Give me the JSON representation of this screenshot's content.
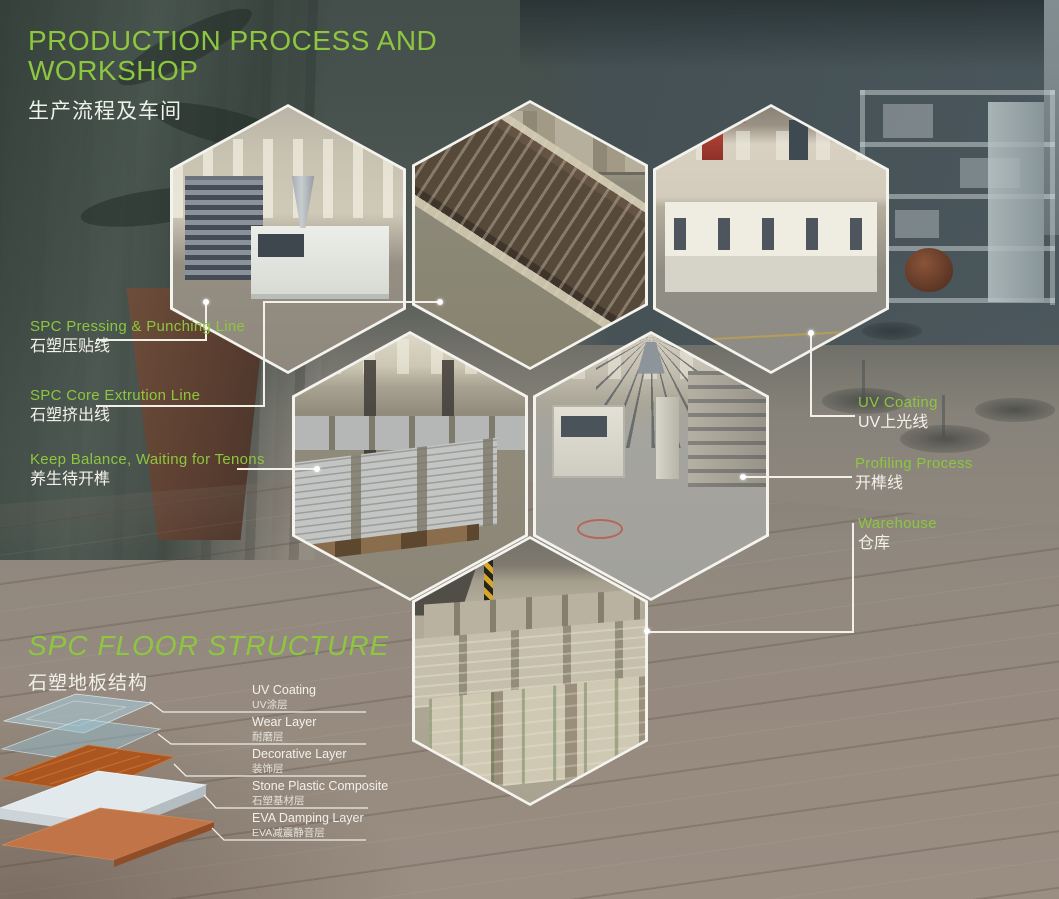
{
  "header": {
    "title_line1": "PRODUCTION PROCESS AND",
    "title_line2": "WORKSHOP",
    "subtitle_zh": "生产流程及车间"
  },
  "callouts": {
    "left": [
      {
        "en": "SPC Pressing & Punching Line",
        "zh": "石塑压贴线"
      },
      {
        "en": "SPC Core Extrution Line",
        "zh": "石塑挤出线"
      },
      {
        "en": "Keep Balance, Waiting for Tenons",
        "zh": "养生待开榫"
      }
    ],
    "right": [
      {
        "en": "UV Coating",
        "zh": "UV上光线"
      },
      {
        "en": "Profiling Process",
        "zh": "开榫线"
      },
      {
        "en": "Warehouse",
        "zh": "仓库"
      }
    ]
  },
  "hexagons": [
    {
      "name": "spc-pressing-punching-line",
      "alt": "Multi-roller SPC pressing and punching production line in factory hall"
    },
    {
      "name": "spc-core-extrusion-line",
      "alt": "Extruded SPC core board on roller conveyor line"
    },
    {
      "name": "uv-coating-line",
      "alt": "UV coating machine line with banners in workshop"
    },
    {
      "name": "balance-waiting-area",
      "alt": "Stacked SPC panels resting on pallets before tenon cutting"
    },
    {
      "name": "profiling-line",
      "alt": "Profiling machines with dust extraction pipes"
    },
    {
      "name": "warehouse",
      "alt": "Warehouse rows of wrapped palletized flooring stacks"
    }
  ],
  "floor_structure": {
    "title_en": "SPC FLOOR STRUCTURE",
    "title_zh": "石塑地板结构",
    "layers": [
      {
        "en": "UV Coating",
        "zh": "UV涂层"
      },
      {
        "en": "Wear Layer",
        "zh": "耐磨层"
      },
      {
        "en": "Decorative Layer",
        "zh": "装饰层"
      },
      {
        "en": "Stone Plastic Composite",
        "zh": "石塑基材层"
      },
      {
        "en": "EVA Damping Layer",
        "zh": "EVA减震静音层"
      }
    ]
  },
  "colors": {
    "accent_green": "#8DC63F",
    "label_white": "#F3F1EA",
    "line_white": "#F2F0E8"
  }
}
